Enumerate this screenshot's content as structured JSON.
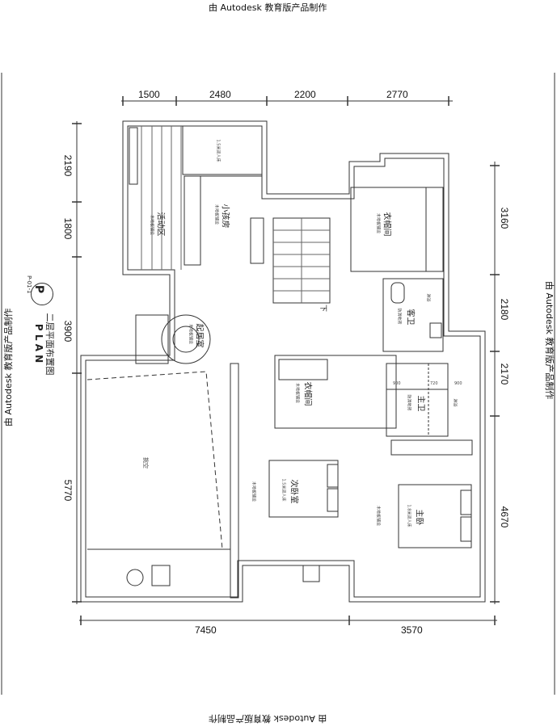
{
  "watermark": "由 Autodesk 教育版产品制作",
  "title_block": {
    "symbol": "P",
    "sheet_no": "P-01-1",
    "title_cn": "二层平面布置图",
    "title_en": "P L A N"
  },
  "dimensions": {
    "top": [
      "1500",
      "2480",
      "2200",
      "2770"
    ],
    "left": [
      "2190",
      "1800",
      "3900",
      "5770"
    ],
    "right": [
      "3160",
      "2180",
      "2170",
      "4670"
    ],
    "bottom": [
      "7450",
      "3570"
    ],
    "bath_inner": [
      "900",
      "720",
      "900"
    ]
  },
  "rooms": [
    {
      "name": "活动区",
      "note": "木地板铺设"
    },
    {
      "name": "小孩房",
      "note": "木地板铺设"
    },
    {
      "name": "衣帽间",
      "note": "木地板铺设"
    },
    {
      "name": "客卫",
      "note": "防滑地砖"
    },
    {
      "name": "起居室",
      "note": "木地板铺设"
    },
    {
      "name": "衣帽间",
      "note": "木地板铺设"
    },
    {
      "name": "主卫",
      "note": "防滑地砖"
    },
    {
      "name": "次卧室",
      "note": "1.5米双人床"
    },
    {
      "name": "主卧",
      "note": "1.8米双人床"
    },
    {
      "name": "挑空",
      "note": ""
    }
  ],
  "labels": {
    "stair_down": "下",
    "shower_guest": "淋浴",
    "shower_master": "淋浴",
    "kids_bed": "1.5米双人床",
    "floor_second": "木地板铺设",
    "floor_master": "木地板铺设"
  }
}
